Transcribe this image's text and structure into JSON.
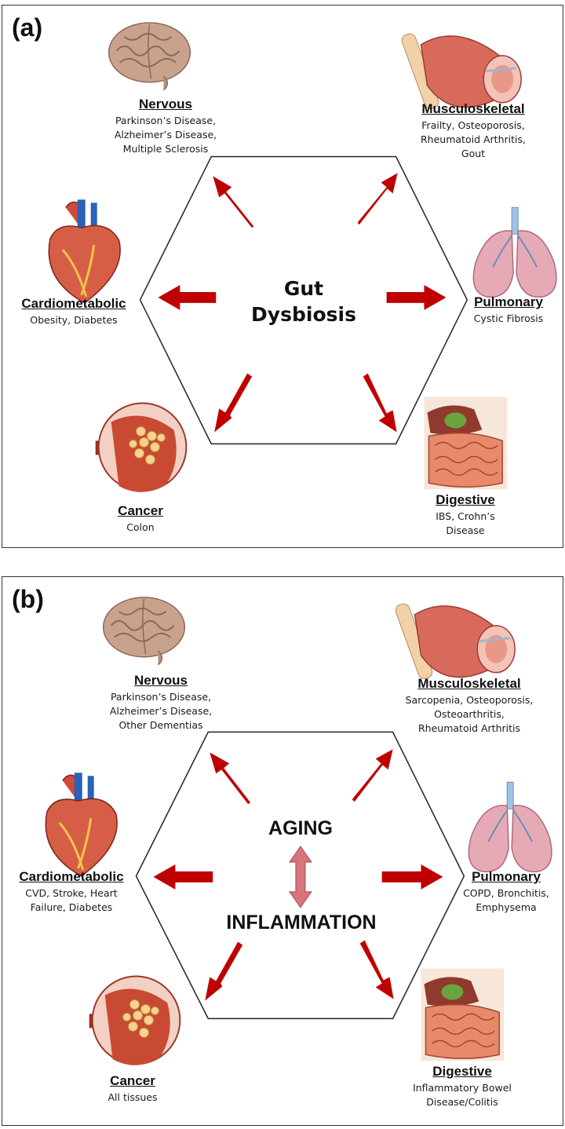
{
  "panels": [
    {
      "label": "(a)",
      "center": [
        "Gut",
        "Dysbiosis"
      ],
      "nodes": {
        "nervous": {
          "title": "Nervous",
          "lines": [
            "Parkinson’s Disease,",
            "Alzheimer’s Disease,",
            "Multiple Sclerosis"
          ]
        },
        "musculoskeletal": {
          "title": "Musculoskeletal",
          "lines": [
            "Frailty, Osteoporosis,",
            "Rheumatoid Arthritis,",
            "Gout"
          ]
        },
        "cardiometabolic": {
          "title": "Cardiometabolic",
          "lines": [
            "Obesity, Diabetes"
          ]
        },
        "pulmonary": {
          "title": "Pulmonary",
          "lines": [
            "Cystic Fibrosis"
          ]
        },
        "cancer": {
          "title": "Cancer",
          "lines": [
            "Colon"
          ]
        },
        "digestive": {
          "title": "Digestive",
          "lines": [
            "IBS, Crohn’s",
            "Disease"
          ]
        }
      }
    },
    {
      "label": "(b)",
      "center": [
        "AGING",
        "INFLAMMATION"
      ],
      "nodes": {
        "nervous": {
          "title": "Nervous",
          "lines": [
            "Parkinson’s Disease,",
            "Alzheimer’s Disease,",
            "Other Dementias"
          ]
        },
        "musculoskeletal": {
          "title": "Musculoskeletal",
          "lines": [
            "Sarcopenia, Osteoporosis,",
            "Osteoarthritis,",
            "Rheumatoid Arthritis"
          ]
        },
        "cardiometabolic": {
          "title": "Cardiometabolic",
          "lines": [
            "CVD, Stroke, Heart",
            "Failure, Diabetes"
          ]
        },
        "pulmonary": {
          "title": "Pulmonary",
          "lines": [
            "COPD, Bronchitis,",
            "Emphysema"
          ]
        },
        "cancer": {
          "title": "Cancer",
          "lines": [
            "All tissues"
          ]
        },
        "digestive": {
          "title": "Digestive",
          "lines": [
            "Inflammatory Bowel",
            "Disease/Colitis"
          ]
        }
      }
    }
  ],
  "colors": {
    "arrow": "#c00000",
    "arrow_light": "#d9747a",
    "hexagon": "#222222"
  },
  "icons": [
    "brain-icon",
    "muscle-icon",
    "heart-icon",
    "lungs-icon",
    "colon-tumor-icon",
    "intestine-icon"
  ]
}
